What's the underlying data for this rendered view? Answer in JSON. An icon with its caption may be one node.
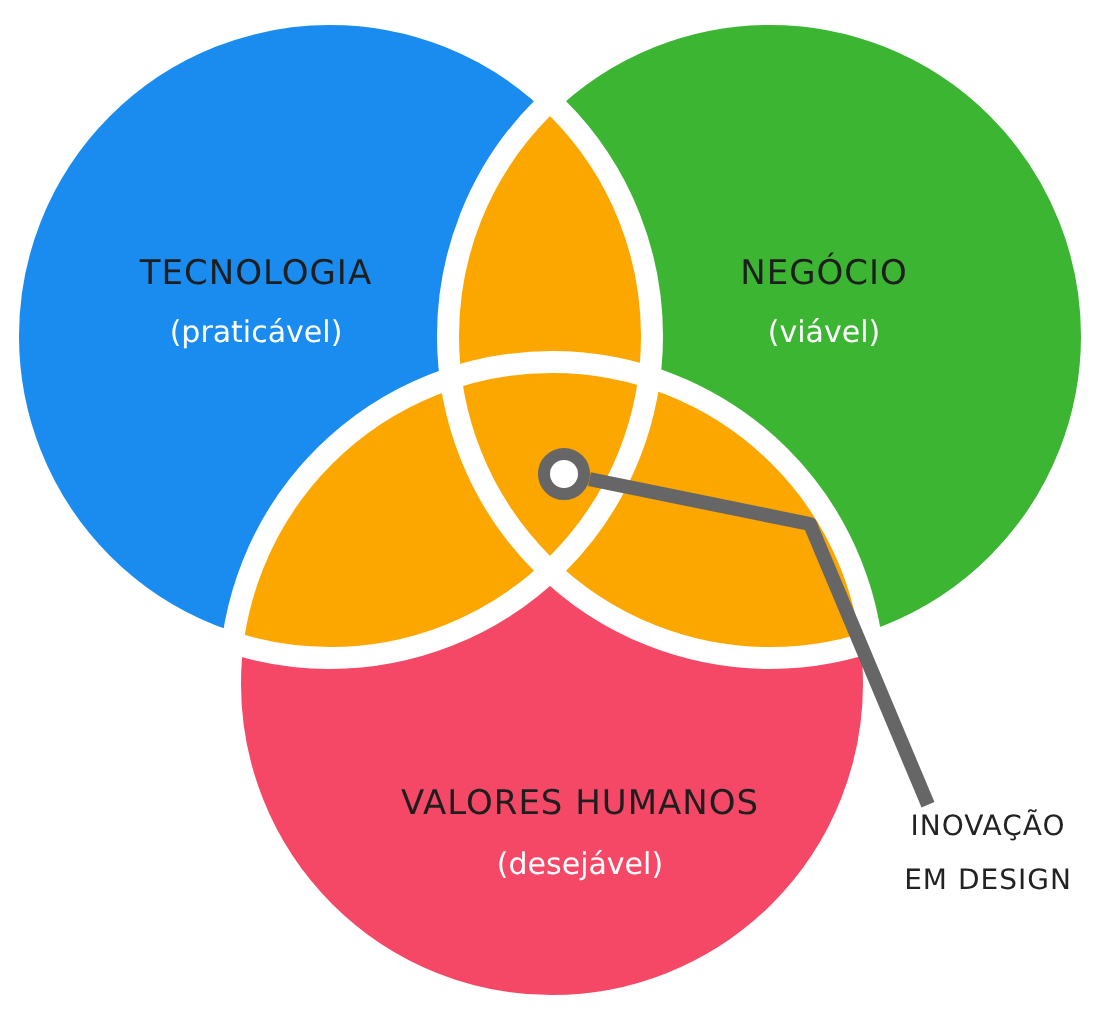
{
  "diagram": {
    "nodes": [
      {
        "text": [
          "TECNOLOGIA",
          "(praticável)"
        ]
      },
      {
        "text": [
          "NEGÓCIO",
          "(viável)"
        ]
      },
      {
        "text": [
          "VALORES HUMANOS",
          "(desejável)"
        ]
      },
      {
        "text": [
          "INOVAÇÃO EM DESIGN"
        ]
      },
      {
        "text": [],
        "shape": "circle"
      }
    ],
    "edges": [
      {
        "from": 3,
        "to": 4,
        "arrow": "none"
      }
    ]
  }
}
